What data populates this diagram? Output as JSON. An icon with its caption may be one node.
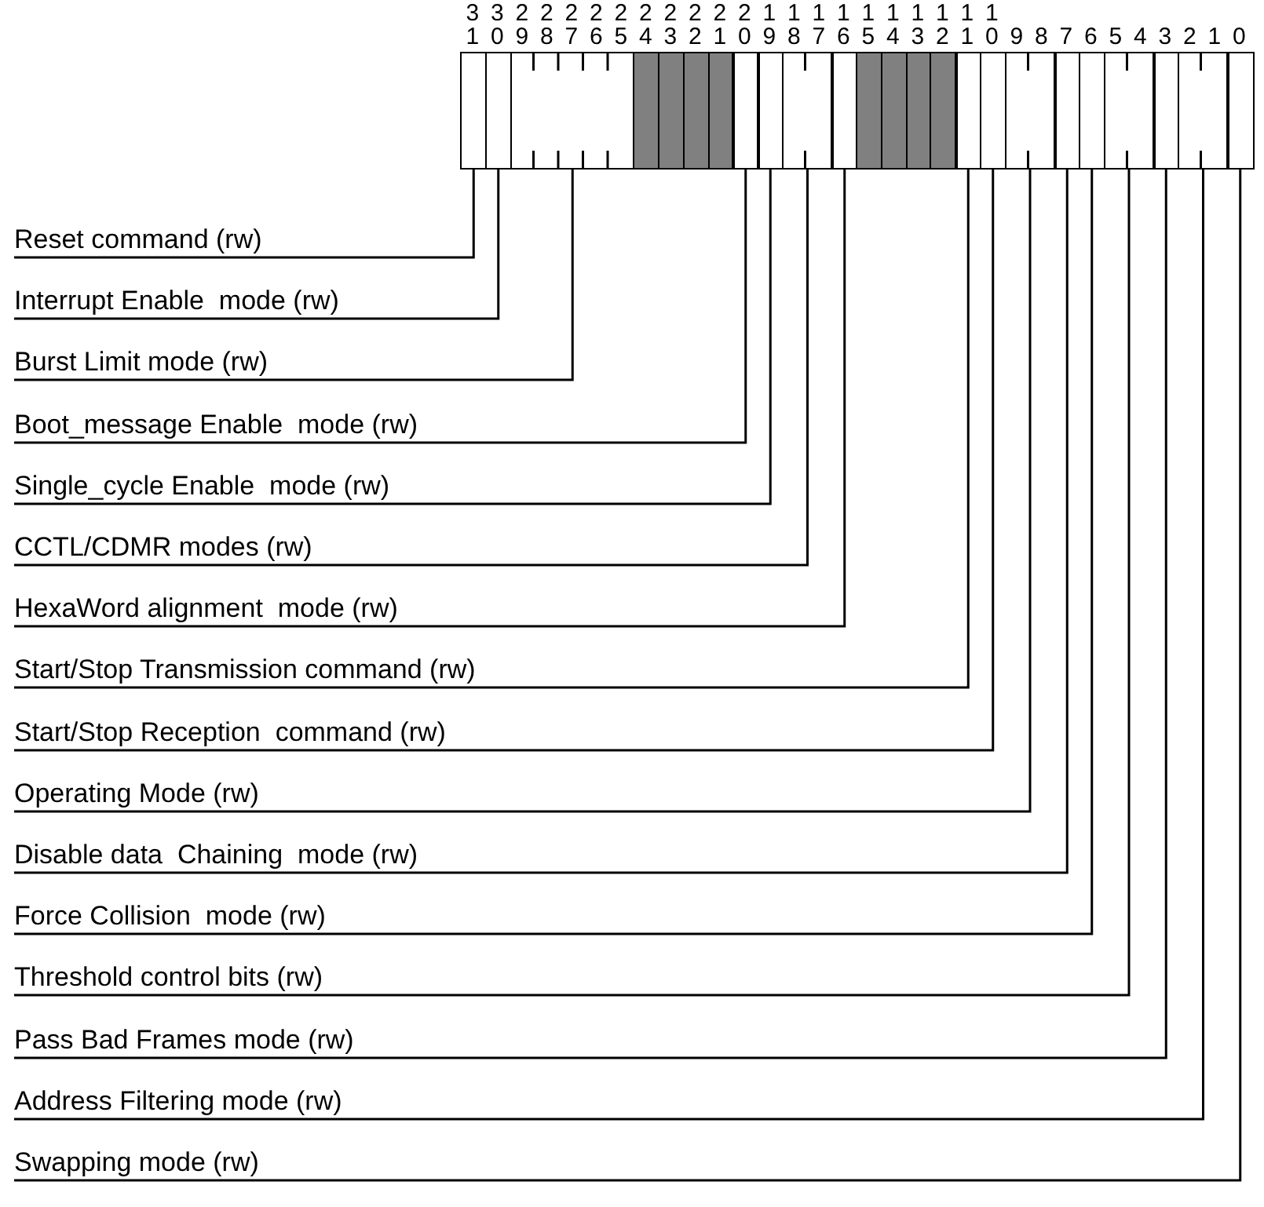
{
  "diagram": {
    "nodes": [
      {
        "text": [],
        "shape": "box"
      },
      {
        "text": [],
        "shape": "box"
      },
      {
        "text": [],
        "shape": "box"
      },
      {
        "text": [],
        "shape": "box"
      },
      {
        "text": [],
        "shape": "box"
      },
      {
        "text": [],
        "shape": "box"
      },
      {
        "text": [],
        "shape": "box"
      },
      {
        "text": [],
        "shape": "box"
      },
      {
        "text": [],
        "shape": "box"
      },
      {
        "text": [],
        "shape": "box"
      },
      {
        "text": [],
        "shape": "box"
      },
      {
        "text": [],
        "shape": "box"
      },
      {
        "text": [],
        "shape": "box"
      },
      {
        "text": [],
        "shape": "box"
      },
      {
        "text": [],
        "shape": "box"
      },
      {
        "text": [],
        "shape": "box"
      },
      {
        "text": [],
        "shape": "box"
      },
      {
        "text": [],
        "shape": "box"
      },
      {
        "text": [],
        "shape": "box"
      },
      {
        "text": [],
        "shape": "box"
      },
      {
        "text": [],
        "shape": "box"
      },
      {
        "text": [],
        "shape": "box"
      },
      {
        "text": [],
        "shape": "box"
      },
      {
        "text": [],
        "shape": "box"
      },
      {
        "text": [
          "Reset command (rw)"
        ]
      },
      {
        "text": [
          "Interrupt Enable  mode (rw)"
        ]
      },
      {
        "text": [
          "Burst Limit mode (rw)"
        ]
      },
      {
        "text": [
          "Boot_message Enable  mode (rw)"
        ]
      },
      {
        "text": [
          "Single_cycle Enable  mode (rw)"
        ]
      },
      {
        "text": [
          "CCTL/CDMR modes (rw)"
        ]
      },
      {
        "text": [
          "HexaWord alignment  mode (rw)"
        ]
      },
      {
        "text": [
          "Start/Stop Transmission command (rw)"
        ]
      },
      {
        "text": [
          "Start/Stop Reception  command (rw)"
        ]
      },
      {
        "text": [
          "Operating Mode (rw)"
        ]
      },
      {
        "text": [
          "Disable data  Chaining  mode (rw)"
        ]
      },
      {
        "text": [
          "Force Collision  mode (rw)"
        ]
      },
      {
        "text": [
          "Threshold control bits (rw)"
        ]
      },
      {
        "text": [
          "Pass Bad Frames mode (rw)"
        ]
      },
      {
        "text": [
          "Address Filtering mode (rw)"
        ]
      },
      {
        "text": [
          "Swapping mode (rw)"
        ]
      }
    ],
    "edges": [
      {
        "from": 24,
        "to": 0,
        "arrow": "none"
      },
      {
        "from": 25,
        "to": 1,
        "arrow": "none"
      },
      {
        "from": 26,
        "to": 2,
        "arrow": "none"
      },
      {
        "from": 27,
        "to": 7,
        "arrow": "none"
      },
      {
        "from": 28,
        "to": 8,
        "arrow": "none"
      },
      {
        "from": 29,
        "to": 9,
        "arrow": "none"
      },
      {
        "from": 30,
        "to": 10,
        "arrow": "none"
      },
      {
        "from": 31,
        "to": 15,
        "arrow": "none"
      },
      {
        "from": 32,
        "to": 16,
        "arrow": "none"
      },
      {
        "from": 33,
        "to": 17,
        "arrow": "none"
      },
      {
        "from": 34,
        "to": 18,
        "arrow": "none"
      },
      {
        "from": 35,
        "to": 19,
        "arrow": "none"
      },
      {
        "from": 36,
        "to": 20,
        "arrow": "none"
      },
      {
        "from": 37,
        "to": 21,
        "arrow": "none"
      },
      {
        "from": 38,
        "to": 22,
        "arrow": "none"
      },
      {
        "from": 39,
        "to": 23,
        "arrow": "none"
      }
    ],
    "labels": [
      "31",
      "30",
      "29",
      "28",
      "27",
      "26",
      "25",
      "24",
      "23",
      "22",
      "21",
      "20",
      "19",
      "18",
      "17",
      "16",
      "15",
      "14",
      "13",
      "12",
      "11",
      "10",
      "9",
      "8",
      "7",
      "6",
      "5",
      "4",
      "3",
      "2",
      "1",
      "0"
    ]
  }
}
